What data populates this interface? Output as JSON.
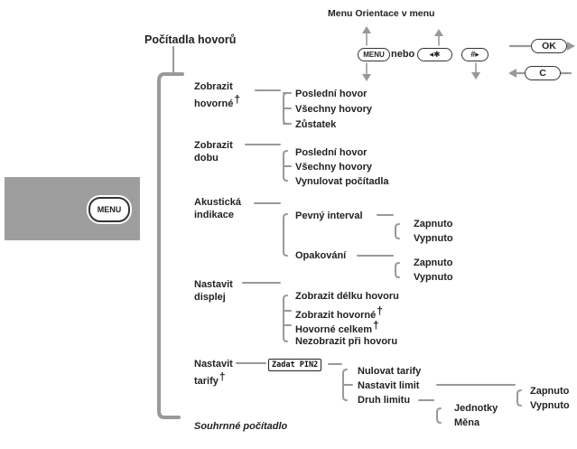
{
  "legend": {
    "title": "Menu Orientace v menu",
    "menu_key": "MENU",
    "or_word": "nebo",
    "star_key": "◂✱",
    "hash_key": "#▸",
    "ok_key": "OK",
    "c_key": "C"
  },
  "phone": {
    "menu_label": "MENU"
  },
  "root": {
    "title": "Počítadla hovorů"
  },
  "menu": {
    "items": [
      {
        "label_lines": [
          "Zobrazit",
          "hovorné"
        ],
        "dagger": "†",
        "sub": [
          "Poslední hovor",
          "Všechny hovory",
          "Zůstatek"
        ]
      },
      {
        "label_lines": [
          "Zobrazit",
          "dobu"
        ],
        "sub": [
          "Poslední hovor",
          "Všechny hovory",
          "Vynulovat počítadla"
        ]
      },
      {
        "label_lines": [
          "Akustická",
          "indikace"
        ],
        "sub": [
          "Pevný interval",
          "Opakování"
        ],
        "opts": [
          "Zapnuto",
          "Vypnuto"
        ]
      },
      {
        "label_lines": [
          "Nastavit",
          "displej"
        ],
        "sub": [
          "Zobrazit délku hovoru",
          "Zobrazit hovorné",
          "Hovorné celkem",
          "Nezobrazit při hovoru"
        ],
        "dagger": "†"
      },
      {
        "label_lines": [
          "Nastavit",
          "tarify"
        ],
        "dagger": "†",
        "pin_label": "Zadat PIN2",
        "sub": [
          "Nulovat tarify",
          "Nastavit limit",
          "Druh limitu"
        ],
        "limit_opts": [
          "Zapnuto",
          "Vypnuto"
        ],
        "type_opts": [
          "Jednotky",
          "Měna"
        ]
      },
      {
        "label": "Souhrnné počítadlo"
      }
    ]
  }
}
